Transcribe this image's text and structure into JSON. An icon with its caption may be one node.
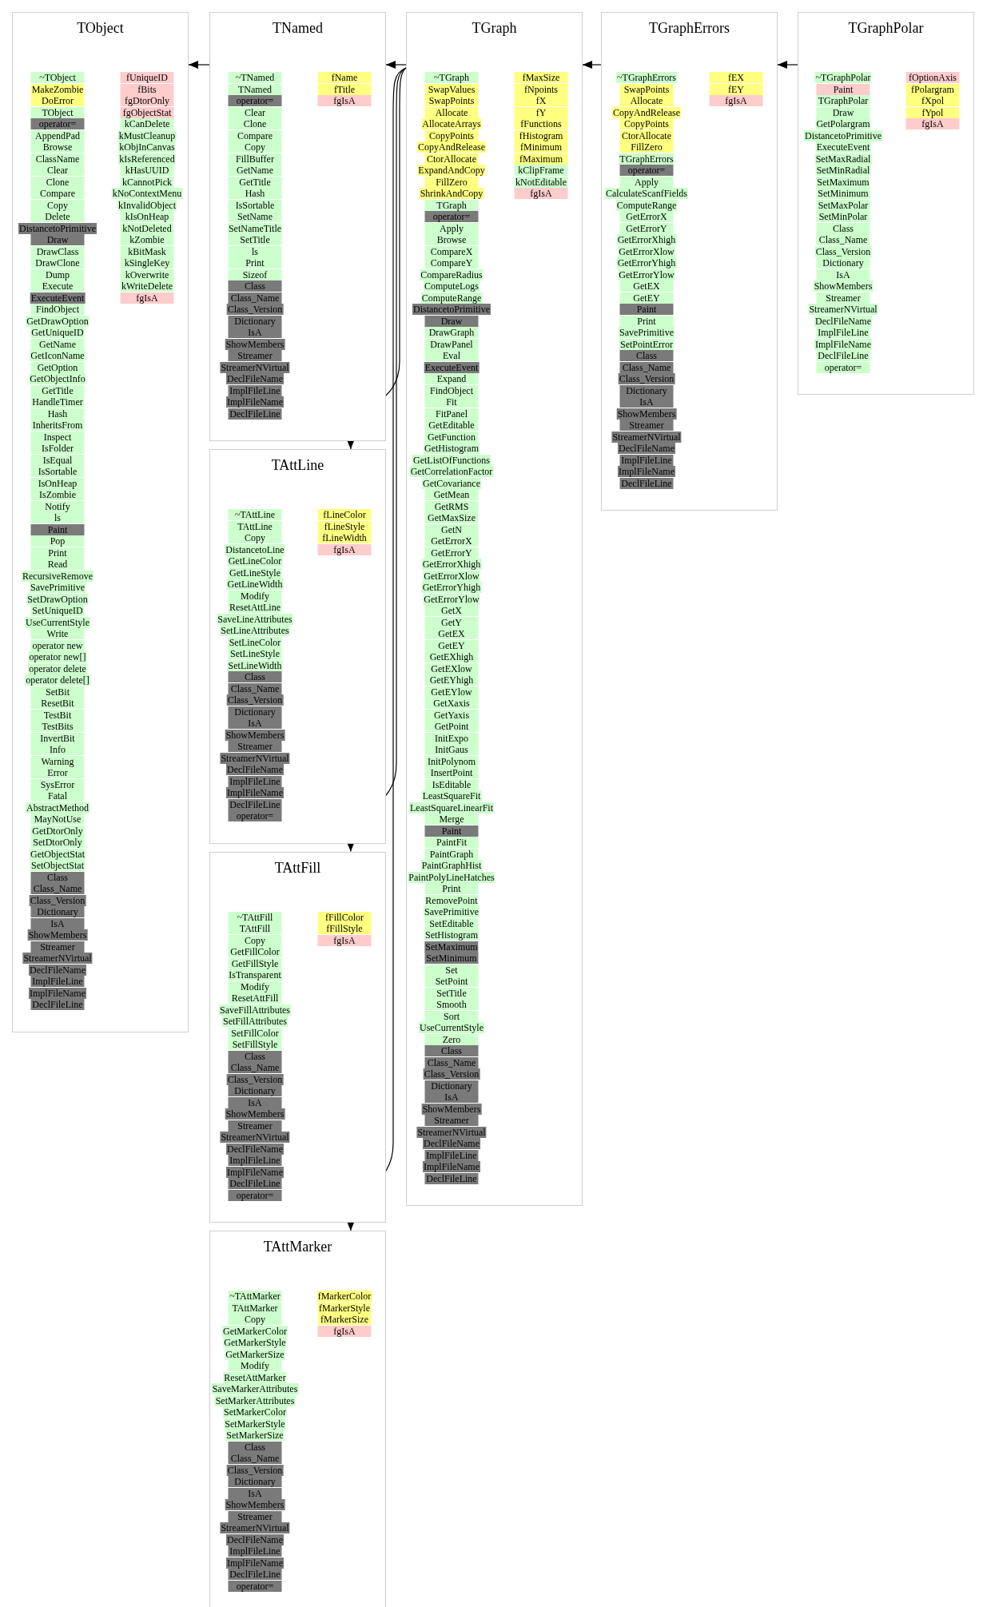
{
  "diagram": {
    "nodes": [
      {
        "text": [
          "TObject"
        ]
      },
      {
        "text": [
          "~TObject"
        ],
        "in": 0
      },
      {
        "text": [
          "MakeZombie"
        ],
        "in": 0
      },
      {
        "text": [
          "DoError"
        ],
        "in": 0
      },
      {
        "text": [
          "TObject"
        ],
        "in": 0
      },
      {
        "text": [
          "operator="
        ],
        "in": 0
      },
      {
        "text": [
          "AppendPad"
        ],
        "in": 0
      },
      {
        "text": [
          "Browse"
        ],
        "in": 0
      },
      {
        "text": [
          "ClassName"
        ],
        "in": 0
      },
      {
        "text": [
          "Clear"
        ],
        "in": 0
      },
      {
        "text": [
          "Clone"
        ],
        "in": 0
      },
      {
        "text": [
          "Compare"
        ],
        "in": 0
      },
      {
        "text": [
          "Copy"
        ],
        "in": 0
      },
      {
        "text": [
          "Delete"
        ],
        "in": 0
      },
      {
        "text": [
          "DistancetoPrimitive"
        ],
        "in": 0
      },
      {
        "text": [
          "Draw"
        ],
        "in": 0
      },
      {
        "text": [
          "DrawClass"
        ],
        "in": 0
      },
      {
        "text": [
          "DrawClone"
        ],
        "in": 0
      },
      {
        "text": [
          "Dump"
        ],
        "in": 0
      },
      {
        "text": [
          "Execute"
        ],
        "in": 0
      },
      {
        "text": [
          "ExecuteEvent"
        ],
        "in": 0
      },
      {
        "text": [
          "FindObject"
        ],
        "in": 0
      },
      {
        "text": [
          "GetDrawOption"
        ],
        "in": 0
      },
      {
        "text": [
          "GetUniqueID"
        ],
        "in": 0
      },
      {
        "text": [
          "GetName"
        ],
        "in": 0
      },
      {
        "text": [
          "GetIconName"
        ],
        "in": 0
      },
      {
        "text": [
          "GetOption"
        ],
        "in": 0
      },
      {
        "text": [
          "GetObjectInfo"
        ],
        "in": 0
      },
      {
        "text": [
          "GetTitle"
        ],
        "in": 0
      },
      {
        "text": [
          "HandleTimer"
        ],
        "in": 0
      },
      {
        "text": [
          "Hash"
        ],
        "in": 0
      },
      {
        "text": [
          "InheritsFrom"
        ],
        "in": 0
      },
      {
        "text": [
          "Inspect"
        ],
        "in": 0
      },
      {
        "text": [
          "IsFolder"
        ],
        "in": 0
      },
      {
        "text": [
          "IsEqual"
        ],
        "in": 0
      },
      {
        "text": [
          "IsSortable"
        ],
        "in": 0
      },
      {
        "text": [
          "IsOnHeap"
        ],
        "in": 0
      },
      {
        "text": [
          "IsZombie"
        ],
        "in": 0
      },
      {
        "text": [
          "Notify"
        ],
        "in": 0
      },
      {
        "text": [
          "ls"
        ],
        "in": 0
      },
      {
        "text": [
          "Paint"
        ],
        "in": 0
      },
      {
        "text": [
          "Pop"
        ],
        "in": 0
      },
      {
        "text": [
          "Print"
        ],
        "in": 0
      },
      {
        "text": [
          "Read"
        ],
        "in": 0
      },
      {
        "text": [
          "RecursiveRemove"
        ],
        "in": 0
      },
      {
        "text": [
          "SavePrimitive"
        ],
        "in": 0
      },
      {
        "text": [
          "SetDrawOption"
        ],
        "in": 0
      },
      {
        "text": [
          "SetUniqueID"
        ],
        "in": 0
      },
      {
        "text": [
          "UseCurrentStyle"
        ],
        "in": 0
      },
      {
        "text": [
          "Write"
        ],
        "in": 0
      },
      {
        "text": [
          "operator new"
        ],
        "in": 0
      },
      {
        "text": [
          "operator new[]"
        ],
        "in": 0
      },
      {
        "text": [
          "operator delete"
        ],
        "in": 0
      },
      {
        "text": [
          "operator delete[]"
        ],
        "in": 0
      },
      {
        "text": [
          "SetBit"
        ],
        "in": 0
      },
      {
        "text": [
          "ResetBit"
        ],
        "in": 0
      },
      {
        "text": [
          "TestBit"
        ],
        "in": 0
      },
      {
        "text": [
          "TestBits"
        ],
        "in": 0
      },
      {
        "text": [
          "InvertBit"
        ],
        "in": 0
      },
      {
        "text": [
          "Info"
        ],
        "in": 0
      },
      {
        "text": [
          "Warning"
        ],
        "in": 0
      },
      {
        "text": [
          "Error"
        ],
        "in": 0
      },
      {
        "text": [
          "SysError"
        ],
        "in": 0
      },
      {
        "text": [
          "Fatal"
        ],
        "in": 0
      },
      {
        "text": [
          "AbstractMethod"
        ],
        "in": 0
      },
      {
        "text": [
          "MayNotUse"
        ],
        "in": 0
      },
      {
        "text": [
          "GetDtorOnly"
        ],
        "in": 0
      },
      {
        "text": [
          "SetDtorOnly"
        ],
        "in": 0
      },
      {
        "text": [
          "GetObjectStat"
        ],
        "in": 0
      },
      {
        "text": [
          "SetObjectStat"
        ],
        "in": 0
      },
      {
        "text": [
          "Class"
        ],
        "in": 0
      },
      {
        "text": [
          "Class_Name"
        ],
        "in": 0
      },
      {
        "text": [
          "Class_Version"
        ],
        "in": 0
      },
      {
        "text": [
          "Dictionary"
        ],
        "in": 0
      },
      {
        "text": [
          "IsA"
        ],
        "in": 0
      },
      {
        "text": [
          "ShowMembers"
        ],
        "in": 0
      },
      {
        "text": [
          "Streamer"
        ],
        "in": 0
      },
      {
        "text": [
          "StreamerNVirtual"
        ],
        "in": 0
      },
      {
        "text": [
          "DeclFileName"
        ],
        "in": 0
      },
      {
        "text": [
          "ImplFileLine"
        ],
        "in": 0
      },
      {
        "text": [
          "ImplFileName"
        ],
        "in": 0
      },
      {
        "text": [
          "DeclFileLine"
        ],
        "in": 0
      },
      {
        "text": [
          "fUniqueID"
        ],
        "in": 0
      },
      {
        "text": [
          "fBits"
        ],
        "in": 0
      },
      {
        "text": [
          "fgDtorOnly"
        ],
        "in": 0
      },
      {
        "text": [
          "fgObjectStat"
        ],
        "in": 0
      },
      {
        "text": [
          "kCanDelete"
        ],
        "in": 0
      },
      {
        "text": [
          "kMustCleanup"
        ],
        "in": 0
      },
      {
        "text": [
          "kObjInCanvas"
        ],
        "in": 0
      },
      {
        "text": [
          "kIsReferenced"
        ],
        "in": 0
      },
      {
        "text": [
          "kHasUUID"
        ],
        "in": 0
      },
      {
        "text": [
          "kCannotPick"
        ],
        "in": 0
      },
      {
        "text": [
          "kNoContextMenu"
        ],
        "in": 0
      },
      {
        "text": [
          "kInvalidObject"
        ],
        "in": 0
      },
      {
        "text": [
          "kIsOnHeap"
        ],
        "in": 0
      },
      {
        "text": [
          "kNotDeleted"
        ],
        "in": 0
      },
      {
        "text": [
          "kZombie"
        ],
        "in": 0
      },
      {
        "text": [
          "kBitMask"
        ],
        "in": 0
      },
      {
        "text": [
          "kSingleKey"
        ],
        "in": 0
      },
      {
        "text": [
          "kOverwrite"
        ],
        "in": 0
      },
      {
        "text": [
          "kWriteDelete"
        ],
        "in": 0
      },
      {
        "text": [
          "fgIsA"
        ],
        "in": 0
      },
      {
        "text": [
          "TNamed"
        ]
      },
      {
        "text": [
          "~TNamed"
        ],
        "in": 102
      },
      {
        "text": [
          "TNamed"
        ],
        "in": 102
      },
      {
        "text": [
          "operator="
        ],
        "in": 102
      },
      {
        "text": [
          "Clear"
        ],
        "in": 102
      },
      {
        "text": [
          "Clone"
        ],
        "in": 102
      },
      {
        "text": [
          "Compare"
        ],
        "in": 102
      },
      {
        "text": [
          "Copy"
        ],
        "in": 102
      },
      {
        "text": [
          "FillBuffer"
        ],
        "in": 102
      },
      {
        "text": [
          "GetName"
        ],
        "in": 102
      },
      {
        "text": [
          "GetTitle"
        ],
        "in": 102
      },
      {
        "text": [
          "Hash"
        ],
        "in": 102
      },
      {
        "text": [
          "IsSortable"
        ],
        "in": 102
      },
      {
        "text": [
          "SetName"
        ],
        "in": 102
      },
      {
        "text": [
          "SetNameTitle"
        ],
        "in": 102
      },
      {
        "text": [
          "SetTitle"
        ],
        "in": 102
      },
      {
        "text": [
          "ls"
        ],
        "in": 102
      },
      {
        "text": [
          "Print"
        ],
        "in": 102
      },
      {
        "text": [
          "Sizeof"
        ],
        "in": 102
      },
      {
        "text": [
          "Class"
        ],
        "in": 102
      },
      {
        "text": [
          "Class_Name"
        ],
        "in": 102
      },
      {
        "text": [
          "Class_Version"
        ],
        "in": 102
      },
      {
        "text": [
          "Dictionary"
        ],
        "in": 102
      },
      {
        "text": [
          "IsA"
        ],
        "in": 102
      },
      {
        "text": [
          "ShowMembers"
        ],
        "in": 102
      },
      {
        "text": [
          "Streamer"
        ],
        "in": 102
      },
      {
        "text": [
          "StreamerNVirtual"
        ],
        "in": 102
      },
      {
        "text": [
          "DeclFileName"
        ],
        "in": 102
      },
      {
        "text": [
          "ImplFileLine"
        ],
        "in": 102
      },
      {
        "text": [
          "ImplFileName"
        ],
        "in": 102
      },
      {
        "text": [
          "DeclFileLine"
        ],
        "in": 102
      },
      {
        "text": [
          "fName"
        ],
        "in": 102
      },
      {
        "text": [
          "fTitle"
        ],
        "in": 102
      },
      {
        "text": [
          "fgIsA"
        ],
        "in": 102
      },
      {
        "text": [
          "TGraph"
        ]
      },
      {
        "text": [
          "~TGraph"
        ],
        "in": 136
      },
      {
        "text": [
          "SwapValues"
        ],
        "in": 136
      },
      {
        "text": [
          "SwapPoints"
        ],
        "in": 136
      },
      {
        "text": [
          "Allocate"
        ],
        "in": 136
      },
      {
        "text": [
          "AllocateArrays"
        ],
        "in": 136
      },
      {
        "text": [
          "CopyPoints"
        ],
        "in": 136
      },
      {
        "text": [
          "CopyAndRelease"
        ],
        "in": 136
      },
      {
        "text": [
          "CtorAllocate"
        ],
        "in": 136
      },
      {
        "text": [
          "ExpandAndCopy"
        ],
        "in": 136
      },
      {
        "text": [
          "FillZero"
        ],
        "in": 136
      },
      {
        "text": [
          "ShrinkAndCopy"
        ],
        "in": 136
      },
      {
        "text": [
          "TGraph"
        ],
        "in": 136
      },
      {
        "text": [
          "operator="
        ],
        "in": 136
      },
      {
        "text": [
          "Apply"
        ],
        "in": 136
      },
      {
        "text": [
          "Browse"
        ],
        "in": 136
      },
      {
        "text": [
          "CompareX"
        ],
        "in": 136
      },
      {
        "text": [
          "CompareY"
        ],
        "in": 136
      },
      {
        "text": [
          "CompareRadius"
        ],
        "in": 136
      },
      {
        "text": [
          "ComputeLogs"
        ],
        "in": 136
      },
      {
        "text": [
          "ComputeRange"
        ],
        "in": 136
      },
      {
        "text": [
          "DistancetoPrimitive"
        ],
        "in": 136
      },
      {
        "text": [
          "Draw"
        ],
        "in": 136
      },
      {
        "text": [
          "DrawGraph"
        ],
        "in": 136
      },
      {
        "text": [
          "DrawPanel"
        ],
        "in": 136
      },
      {
        "text": [
          "Eval"
        ],
        "in": 136
      },
      {
        "text": [
          "ExecuteEvent"
        ],
        "in": 136
      },
      {
        "text": [
          "Expand"
        ],
        "in": 136
      },
      {
        "text": [
          "FindObject"
        ],
        "in": 136
      },
      {
        "text": [
          "Fit"
        ],
        "in": 136
      },
      {
        "text": [
          "FitPanel"
        ],
        "in": 136
      },
      {
        "text": [
          "GetEditable"
        ],
        "in": 136
      },
      {
        "text": [
          "GetFunction"
        ],
        "in": 136
      },
      {
        "text": [
          "GetHistogram"
        ],
        "in": 136
      },
      {
        "text": [
          "GetListOfFunctions"
        ],
        "in": 136
      },
      {
        "text": [
          "GetCorrelationFactor"
        ],
        "in": 136
      },
      {
        "text": [
          "GetCovariance"
        ],
        "in": 136
      },
      {
        "text": [
          "GetMean"
        ],
        "in": 136
      },
      {
        "text": [
          "GetRMS"
        ],
        "in": 136
      },
      {
        "text": [
          "GetMaxSize"
        ],
        "in": 136
      },
      {
        "text": [
          "GetN"
        ],
        "in": 136
      },
      {
        "text": [
          "GetErrorX"
        ],
        "in": 136
      },
      {
        "text": [
          "GetErrorY"
        ],
        "in": 136
      },
      {
        "text": [
          "GetErrorXhigh"
        ],
        "in": 136
      },
      {
        "text": [
          "GetErrorXlow"
        ],
        "in": 136
      },
      {
        "text": [
          "GetErrorYhigh"
        ],
        "in": 136
      },
      {
        "text": [
          "GetErrorYlow"
        ],
        "in": 136
      },
      {
        "text": [
          "GetX"
        ],
        "in": 136
      },
      {
        "text": [
          "GetY"
        ],
        "in": 136
      },
      {
        "text": [
          "GetEX"
        ],
        "in": 136
      },
      {
        "text": [
          "GetEY"
        ],
        "in": 136
      },
      {
        "text": [
          "GetEXhigh"
        ],
        "in": 136
      },
      {
        "text": [
          "GetEXlow"
        ],
        "in": 136
      },
      {
        "text": [
          "GetEYhigh"
        ],
        "in": 136
      },
      {
        "text": [
          "GetEYlow"
        ],
        "in": 136
      },
      {
        "text": [
          "GetXaxis"
        ],
        "in": 136
      },
      {
        "text": [
          "GetYaxis"
        ],
        "in": 136
      },
      {
        "text": [
          "GetPoint"
        ],
        "in": 136
      },
      {
        "text": [
          "InitExpo"
        ],
        "in": 136
      },
      {
        "text": [
          "InitGaus"
        ],
        "in": 136
      },
      {
        "text": [
          "InitPolynom"
        ],
        "in": 136
      },
      {
        "text": [
          "InsertPoint"
        ],
        "in": 136
      },
      {
        "text": [
          "IsEditable"
        ],
        "in": 136
      },
      {
        "text": [
          "LeastSquareFit"
        ],
        "in": 136
      },
      {
        "text": [
          "LeastSquareLinearFit"
        ],
        "in": 136
      },
      {
        "text": [
          "Merge"
        ],
        "in": 136
      },
      {
        "text": [
          "Paint"
        ],
        "in": 136
      },
      {
        "text": [
          "PaintFit"
        ],
        "in": 136
      },
      {
        "text": [
          "PaintGraph"
        ],
        "in": 136
      },
      {
        "text": [
          "PaintGraphHist"
        ],
        "in": 136
      },
      {
        "text": [
          "PaintPolyLineHatches"
        ],
        "in": 136
      },
      {
        "text": [
          "Print"
        ],
        "in": 136
      },
      {
        "text": [
          "RemovePoint"
        ],
        "in": 136
      },
      {
        "text": [
          "SavePrimitive"
        ],
        "in": 136
      },
      {
        "text": [
          "SetEditable"
        ],
        "in": 136
      },
      {
        "text": [
          "SetHistogram"
        ],
        "in": 136
      },
      {
        "text": [
          "SetMaximum"
        ],
        "in": 136
      },
      {
        "text": [
          "SetMinimum"
        ],
        "in": 136
      },
      {
        "text": [
          "Set"
        ],
        "in": 136
      },
      {
        "text": [
          "SetPoint"
        ],
        "in": 136
      },
      {
        "text": [
          "SetTitle"
        ],
        "in": 136
      },
      {
        "text": [
          "Smooth"
        ],
        "in": 136
      },
      {
        "text": [
          "Sort"
        ],
        "in": 136
      },
      {
        "text": [
          "UseCurrentStyle"
        ],
        "in": 136
      },
      {
        "text": [
          "Zero"
        ],
        "in": 136
      },
      {
        "text": [
          "Class"
        ],
        "in": 136
      },
      {
        "text": [
          "Class_Name"
        ],
        "in": 136
      },
      {
        "text": [
          "Class_Version"
        ],
        "in": 136
      },
      {
        "text": [
          "Dictionary"
        ],
        "in": 136
      },
      {
        "text": [
          "IsA"
        ],
        "in": 136
      },
      {
        "text": [
          "ShowMembers"
        ],
        "in": 136
      },
      {
        "text": [
          "Streamer"
        ],
        "in": 136
      },
      {
        "text": [
          "StreamerNVirtual"
        ],
        "in": 136
      },
      {
        "text": [
          "DeclFileName"
        ],
        "in": 136
      },
      {
        "text": [
          "ImplFileLine"
        ],
        "in": 136
      },
      {
        "text": [
          "ImplFileName"
        ],
        "in": 136
      },
      {
        "text": [
          "DeclFileLine"
        ],
        "in": 136
      },
      {
        "text": [
          "fMaxSize"
        ],
        "in": 136
      },
      {
        "text": [
          "fNpoints"
        ],
        "in": 136
      },
      {
        "text": [
          "fX"
        ],
        "in": 136
      },
      {
        "text": [
          "fY"
        ],
        "in": 136
      },
      {
        "text": [
          "fFunctions"
        ],
        "in": 136
      },
      {
        "text": [
          "fHistogram"
        ],
        "in": 136
      },
      {
        "text": [
          "fMinimum"
        ],
        "in": 136
      },
      {
        "text": [
          "fMaximum"
        ],
        "in": 136
      },
      {
        "text": [
          "kClipFrame"
        ],
        "in": 136
      },
      {
        "text": [
          "kNotEditable"
        ],
        "in": 136
      },
      {
        "text": [
          "fgIsA"
        ],
        "in": 136
      },
      {
        "text": [
          "TGraphErrors"
        ]
      },
      {
        "text": [
          "~TGraphErrors"
        ],
        "in": 244
      },
      {
        "text": [
          "SwapPoints"
        ],
        "in": 244
      },
      {
        "text": [
          "Allocate"
        ],
        "in": 244
      },
      {
        "text": [
          "CopyAndRelease"
        ],
        "in": 244
      },
      {
        "text": [
          "CopyPoints"
        ],
        "in": 244
      },
      {
        "text": [
          "CtorAllocate"
        ],
        "in": 244
      },
      {
        "text": [
          "FillZero"
        ],
        "in": 244
      },
      {
        "text": [
          "TGraphErrors"
        ],
        "in": 244
      },
      {
        "text": [
          "operator="
        ],
        "in": 244
      },
      {
        "text": [
          "Apply"
        ],
        "in": 244
      },
      {
        "text": [
          "CalculateScanfFields"
        ],
        "in": 244
      },
      {
        "text": [
          "ComputeRange"
        ],
        "in": 244
      },
      {
        "text": [
          "GetErrorX"
        ],
        "in": 244
      },
      {
        "text": [
          "GetErrorY"
        ],
        "in": 244
      },
      {
        "text": [
          "GetErrorXhigh"
        ],
        "in": 244
      },
      {
        "text": [
          "GetErrorXlow"
        ],
        "in": 244
      },
      {
        "text": [
          "GetErrorYhigh"
        ],
        "in": 244
      },
      {
        "text": [
          "GetErrorYlow"
        ],
        "in": 244
      },
      {
        "text": [
          "GetEX"
        ],
        "in": 244
      },
      {
        "text": [
          "GetEY"
        ],
        "in": 244
      },
      {
        "text": [
          "Paint"
        ],
        "in": 244
      },
      {
        "text": [
          "Print"
        ],
        "in": 244
      },
      {
        "text": [
          "SavePrimitive"
        ],
        "in": 244
      },
      {
        "text": [
          "SetPointError"
        ],
        "in": 244
      },
      {
        "text": [
          "Class"
        ],
        "in": 244
      },
      {
        "text": [
          "Class_Name"
        ],
        "in": 244
      },
      {
        "text": [
          "Class_Version"
        ],
        "in": 244
      },
      {
        "text": [
          "Dictionary"
        ],
        "in": 244
      },
      {
        "text": [
          "IsA"
        ],
        "in": 244
      },
      {
        "text": [
          "ShowMembers"
        ],
        "in": 244
      },
      {
        "text": [
          "Streamer"
        ],
        "in": 244
      },
      {
        "text": [
          "StreamerNVirtual"
        ],
        "in": 244
      },
      {
        "text": [
          "DeclFileName"
        ],
        "in": 244
      },
      {
        "text": [
          "ImplFileLine"
        ],
        "in": 244
      },
      {
        "text": [
          "ImplFileName"
        ],
        "in": 244
      },
      {
        "text": [
          "DeclFileLine"
        ],
        "in": 244
      },
      {
        "text": [
          "fEX"
        ],
        "in": 244
      },
      {
        "text": [
          "fEY"
        ],
        "in": 244
      },
      {
        "text": [
          "fgIsA"
        ],
        "in": 244
      },
      {
        "text": [
          "TGraphPolar"
        ]
      },
      {
        "text": [
          "~TGraphPolar"
        ],
        "in": 284
      },
      {
        "text": [
          "Paint"
        ],
        "in": 284
      },
      {
        "text": [
          "TGraphPolar"
        ],
        "in": 284
      },
      {
        "text": [
          "Draw"
        ],
        "in": 284
      },
      {
        "text": [
          "GetPolargram"
        ],
        "in": 284
      },
      {
        "text": [
          "DistancetoPrimitive"
        ],
        "in": 284
      },
      {
        "text": [
          "ExecuteEvent"
        ],
        "in": 284
      },
      {
        "text": [
          "SetMaxRadial"
        ],
        "in": 284
      },
      {
        "text": [
          "SetMinRadial"
        ],
        "in": 284
      },
      {
        "text": [
          "SetMaximum"
        ],
        "in": 284
      },
      {
        "text": [
          "SetMinimum"
        ],
        "in": 284
      },
      {
        "text": [
          "SetMaxPolar"
        ],
        "in": 284
      },
      {
        "text": [
          "SetMinPolar"
        ],
        "in": 284
      },
      {
        "text": [
          "Class"
        ],
        "in": 284
      },
      {
        "text": [
          "Class_Name"
        ],
        "in": 284
      },
      {
        "text": [
          "Class_Version"
        ],
        "in": 284
      },
      {
        "text": [
          "Dictionary"
        ],
        "in": 284
      },
      {
        "text": [
          "IsA"
        ],
        "in": 284
      },
      {
        "text": [
          "ShowMembers"
        ],
        "in": 284
      },
      {
        "text": [
          "Streamer"
        ],
        "in": 284
      },
      {
        "text": [
          "StreamerNVirtual"
        ],
        "in": 284
      },
      {
        "text": [
          "DeclFileName"
        ],
        "in": 284
      },
      {
        "text": [
          "ImplFileLine"
        ],
        "in": 284
      },
      {
        "text": [
          "ImplFileName"
        ],
        "in": 284
      },
      {
        "text": [
          "DeclFileLine"
        ],
        "in": 284
      },
      {
        "text": [
          "operator="
        ],
        "in": 284
      },
      {
        "text": [
          "fOptionAxis"
        ],
        "in": 284
      },
      {
        "text": [
          "fPolargram"
        ],
        "in": 284
      },
      {
        "text": [
          "fXpol"
        ],
        "in": 284
      },
      {
        "text": [
          "fYpol"
        ],
        "in": 284
      },
      {
        "text": [
          "fgIsA"
        ],
        "in": 284
      },
      {
        "text": [
          "TAttLine"
        ]
      },
      {
        "text": [
          "~TAttLine"
        ],
        "in": 316
      },
      {
        "text": [
          "TAttLine"
        ],
        "in": 316
      },
      {
        "text": [
          "Copy"
        ],
        "in": 316
      },
      {
        "text": [
          "DistancetoLine"
        ],
        "in": 316
      },
      {
        "text": [
          "GetLineColor"
        ],
        "in": 316
      },
      {
        "text": [
          "GetLineStyle"
        ],
        "in": 316
      },
      {
        "text": [
          "GetLineWidth"
        ],
        "in": 316
      },
      {
        "text": [
          "Modify"
        ],
        "in": 316
      },
      {
        "text": [
          "ResetAttLine"
        ],
        "in": 316
      },
      {
        "text": [
          "SaveLineAttributes"
        ],
        "in": 316
      },
      {
        "text": [
          "SetLineAttributes"
        ],
        "in": 316
      },
      {
        "text": [
          "SetLineColor"
        ],
        "in": 316
      },
      {
        "text": [
          "SetLineStyle"
        ],
        "in": 316
      },
      {
        "text": [
          "SetLineWidth"
        ],
        "in": 316
      },
      {
        "text": [
          "Class"
        ],
        "in": 316
      },
      {
        "text": [
          "Class_Name"
        ],
        "in": 316
      },
      {
        "text": [
          "Class_Version"
        ],
        "in": 316
      },
      {
        "text": [
          "Dictionary"
        ],
        "in": 316
      },
      {
        "text": [
          "IsA"
        ],
        "in": 316
      },
      {
        "text": [
          "ShowMembers"
        ],
        "in": 316
      },
      {
        "text": [
          "Streamer"
        ],
        "in": 316
      },
      {
        "text": [
          "StreamerNVirtual"
        ],
        "in": 316
      },
      {
        "text": [
          "DeclFileName"
        ],
        "in": 316
      },
      {
        "text": [
          "ImplFileLine"
        ],
        "in": 316
      },
      {
        "text": [
          "ImplFileName"
        ],
        "in": 316
      },
      {
        "text": [
          "DeclFileLine"
        ],
        "in": 316
      },
      {
        "text": [
          "operator="
        ],
        "in": 316
      },
      {
        "text": [
          "fLineColor"
        ],
        "in": 316
      },
      {
        "text": [
          "fLineStyle"
        ],
        "in": 316
      },
      {
        "text": [
          "fLineWidth"
        ],
        "in": 316
      },
      {
        "text": [
          "fgIsA"
        ],
        "in": 316
      },
      {
        "text": [
          "TAttFill"
        ]
      },
      {
        "text": [
          "~TAttFill"
        ],
        "in": 348
      },
      {
        "text": [
          "TAttFill"
        ],
        "in": 348
      },
      {
        "text": [
          "Copy"
        ],
        "in": 348
      },
      {
        "text": [
          "GetFillColor"
        ],
        "in": 348
      },
      {
        "text": [
          "GetFillStyle"
        ],
        "in": 348
      },
      {
        "text": [
          "IsTransparent"
        ],
        "in": 348
      },
      {
        "text": [
          "Modify"
        ],
        "in": 348
      },
      {
        "text": [
          "ResetAttFill"
        ],
        "in": 348
      },
      {
        "text": [
          "SaveFillAttributes"
        ],
        "in": 348
      },
      {
        "text": [
          "SetFillAttributes"
        ],
        "in": 348
      },
      {
        "text": [
          "SetFillColor"
        ],
        "in": 348
      },
      {
        "text": [
          "SetFillStyle"
        ],
        "in": 348
      },
      {
        "text": [
          "Class"
        ],
        "in": 348
      },
      {
        "text": [
          "Class_Name"
        ],
        "in": 348
      },
      {
        "text": [
          "Class_Version"
        ],
        "in": 348
      },
      {
        "text": [
          "Dictionary"
        ],
        "in": 348
      },
      {
        "text": [
          "IsA"
        ],
        "in": 348
      },
      {
        "text": [
          "ShowMembers"
        ],
        "in": 348
      },
      {
        "text": [
          "Streamer"
        ],
        "in": 348
      },
      {
        "text": [
          "StreamerNVirtual"
        ],
        "in": 348
      },
      {
        "text": [
          "DeclFileName"
        ],
        "in": 348
      },
      {
        "text": [
          "ImplFileLine"
        ],
        "in": 348
      },
      {
        "text": [
          "ImplFileName"
        ],
        "in": 348
      },
      {
        "text": [
          "DeclFileLine"
        ],
        "in": 348
      },
      {
        "text": [
          "operator="
        ],
        "in": 348
      },
      {
        "text": [
          "fFillColor"
        ],
        "in": 348
      },
      {
        "text": [
          "fFillStyle"
        ],
        "in": 348
      },
      {
        "text": [
          "fgIsA"
        ],
        "in": 348
      },
      {
        "text": [
          "TAttMarker"
        ]
      },
      {
        "text": [
          "~TAttMarker"
        ],
        "in": 377
      },
      {
        "text": [
          "TAttMarker"
        ],
        "in": 377
      },
      {
        "text": [
          "Copy"
        ],
        "in": 377
      },
      {
        "text": [
          "GetMarkerColor"
        ],
        "in": 377
      },
      {
        "text": [
          "GetMarkerStyle"
        ],
        "in": 377
      },
      {
        "text": [
          "GetMarkerSize"
        ],
        "in": 377
      },
      {
        "text": [
          "Modify"
        ],
        "in": 377
      },
      {
        "text": [
          "ResetAttMarker"
        ],
        "in": 377
      },
      {
        "text": [
          "SaveMarkerAttributes"
        ],
        "in": 377
      },
      {
        "text": [
          "SetMarkerAttributes"
        ],
        "in": 377
      },
      {
        "text": [
          "SetMarkerColor"
        ],
        "in": 377
      },
      {
        "text": [
          "SetMarkerStyle"
        ],
        "in": 377
      },
      {
        "text": [
          "SetMarkerSize"
        ],
        "in": 377
      },
      {
        "text": [
          "Class"
        ],
        "in": 377
      },
      {
        "text": [
          "Class_Name"
        ],
        "in": 377
      },
      {
        "text": [
          "Class_Version"
        ],
        "in": 377
      },
      {
        "text": [
          "Dictionary"
        ],
        "in": 377
      },
      {
        "text": [
          "IsA"
        ],
        "in": 377
      },
      {
        "text": [
          "ShowMembers"
        ],
        "in": 377
      },
      {
        "text": [
          "Streamer"
        ],
        "in": 377
      },
      {
        "text": [
          "StreamerNVirtual"
        ],
        "in": 377
      },
      {
        "text": [
          "DeclFileName"
        ],
        "in": 377
      },
      {
        "text": [
          "ImplFileLine"
        ],
        "in": 377
      },
      {
        "text": [
          "ImplFileName"
        ],
        "in": 377
      },
      {
        "text": [
          "DeclFileLine"
        ],
        "in": 377
      },
      {
        "text": [
          "operator="
        ],
        "in": 377
      },
      {
        "text": [
          "fMarkerColor"
        ],
        "in": 377
      },
      {
        "text": [
          "fMarkerStyle"
        ],
        "in": 377
      },
      {
        "text": [
          "fMarkerSize"
        ],
        "in": 377
      },
      {
        "text": [
          "fgIsA"
        ],
        "in": 377
      }
    ],
    "edges": [
      {
        "from": 102,
        "to": 0,
        "arrow": "to"
      },
      {
        "from": 136,
        "to": 102,
        "arrow": "to"
      },
      {
        "from": 244,
        "to": 136,
        "arrow": "to"
      },
      {
        "from": 284,
        "to": 244,
        "arrow": "to"
      },
      {
        "from": 136,
        "to": 316,
        "arrow": "to"
      },
      {
        "from": 136,
        "to": 348,
        "arrow": "to"
      },
      {
        "from": 136,
        "to": 377,
        "arrow": "to"
      }
    ]
  }
}
